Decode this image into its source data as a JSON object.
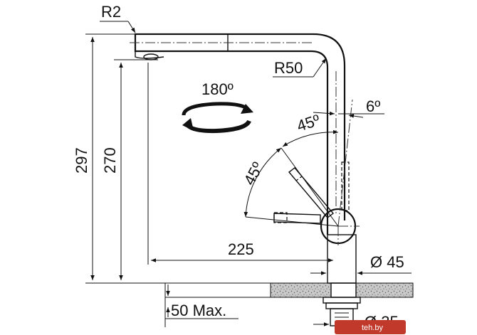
{
  "dimensions": {
    "r2": "R2",
    "r50": "R50",
    "rotation": "180º",
    "angle_6": "6º",
    "angle_45_upper": "45º",
    "angle_45_lower": "45º",
    "height_297": "297",
    "height_270": "270",
    "reach_225": "225",
    "diameter_45": "Ø 45",
    "max_50": "50 Max.",
    "diameter_35": "Ø 35"
  },
  "watermark": {
    "text": "teh.by",
    "color": "#c0392b"
  },
  "colors": {
    "line": "#111111",
    "countertop": "#b5b5b5"
  }
}
